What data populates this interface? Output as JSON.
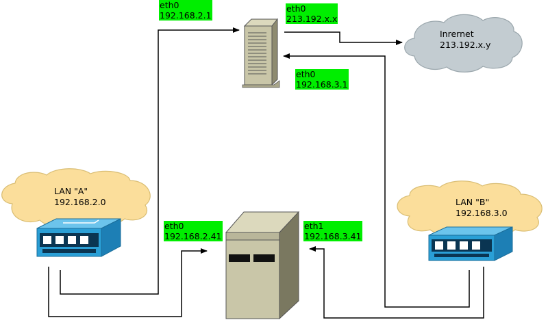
{
  "interfaces": {
    "gw_eth0_lan": {
      "name": "eth0",
      "ip": "192.168.2.1"
    },
    "gw_eth0_wan": {
      "name": "eth0",
      "ip": "213.192.x.x"
    },
    "gw_eth0_b": {
      "name": "eth0",
      "ip": "192.168.3.1"
    },
    "srv_eth0": {
      "name": "eth0",
      "ip": "192.168.2.41"
    },
    "srv_eth1": {
      "name": "eth1",
      "ip": "192.168.3.41"
    }
  },
  "clouds": {
    "internet": {
      "name": "Inrernet",
      "ip": "213.192.x.y"
    },
    "lan_a": {
      "name": "LAN \"A\"",
      "ip": "192.168.2.0"
    },
    "lan_b": {
      "name": "LAN \"B\"",
      "ip": "192.168.3.0"
    }
  },
  "colors": {
    "label_bg": "#00ee00",
    "cloud_internet": "#c3ccd1",
    "cloud_lan": "#fbde9b",
    "switch": "#2a9fd6",
    "server": "#c9c6a8"
  }
}
